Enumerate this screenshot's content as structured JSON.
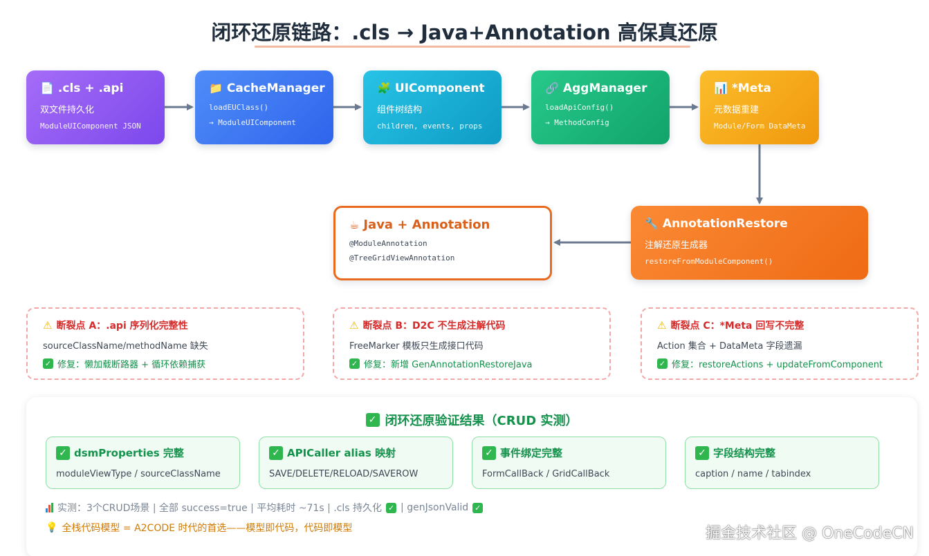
{
  "title": "闭环还原链路：.cls → Java+Annotation 高保真还原",
  "nodes": {
    "cls": {
      "icon": "document-icon",
      "title": ".cls + .api",
      "subtitle": "双文件持久化",
      "code": "ModuleUIComponent JSON"
    },
    "cache": {
      "icon": "folder-icon",
      "title": "CacheManager",
      "code1": "loadEUClass()",
      "code2": "→ ModuleUIComponent"
    },
    "ui": {
      "icon": "puzzle-icon",
      "title": "UIComponent",
      "subtitle": "组件树结构",
      "code": "children, events, props"
    },
    "agg": {
      "icon": "link-icon",
      "title": "AggManager",
      "code1": "loadApiConfig()",
      "code2": "→ MethodConfig"
    },
    "meta": {
      "icon": "bar-chart-icon",
      "title": "*Meta",
      "subtitle": "元数据重建",
      "code": "Module/Form DataMeta"
    },
    "restore": {
      "icon": "wrench-icon",
      "title": "AnnotationRestore",
      "subtitle": "注解还原生成器",
      "code": "restoreFromModuleComponent()"
    },
    "java": {
      "icon": "coffee-icon",
      "title": "Java + Annotation",
      "code1": "@ModuleAnnotation",
      "code2": "@TreeGridViewAnnotation"
    }
  },
  "breakpoints": [
    {
      "title": "断裂点 A：.api 序列化完整性",
      "desc": "sourceClassName/methodName 缺失",
      "fix": "修复：懒加载断路器 + 循环依赖捕获"
    },
    {
      "title": "断裂点 B：D2C 不生成注解代码",
      "desc": "FreeMarker 模板只生成接口代码",
      "fix": "修复：新增 GenAnnotationRestoreJava"
    },
    {
      "title": "断裂点 C：*Meta 回写不完整",
      "desc": "Action 集合 + DataMeta 字段遗漏",
      "fix": "修复：restoreActions + updateFromComponent"
    }
  ],
  "result": {
    "title": "闭环还原验证结果（CRUD 实测）",
    "cards": [
      {
        "title": "dsmProperties 完整",
        "desc": "moduleViewType / sourceClassName"
      },
      {
        "title": "APICaller alias 映射",
        "desc": "SAVE/DELETE/RELOAD/SAVEROW"
      },
      {
        "title": "事件绑定完整",
        "desc": "FormCallBack / GridCallBack"
      },
      {
        "title": "字段结构完整",
        "desc": "caption / name / tabindex"
      }
    ],
    "stats_a": "实测：3个CRUD场景 | 全部 success=true | 平均耗时 ~71s | .cls 持久化",
    "stats_b": "| genJsonValid",
    "tip": "全栈代码模型 = A2CODE 时代的首选——模型即代码，代码即模型"
  },
  "watermark": "掘金技术社区 @ OneCodeCN",
  "colors": {
    "cls": "#8b5cf6",
    "cache": "#3b76f2",
    "ui": "#17b0d6",
    "agg": "#19b57a",
    "meta": "#f5a81a",
    "restore": "#f47a22",
    "java_border": "#e86a1e",
    "warning_text": "#d62b2b",
    "success_text": "#14924c",
    "tip_text": "#d07a06",
    "arrow": "#6b7a90"
  }
}
